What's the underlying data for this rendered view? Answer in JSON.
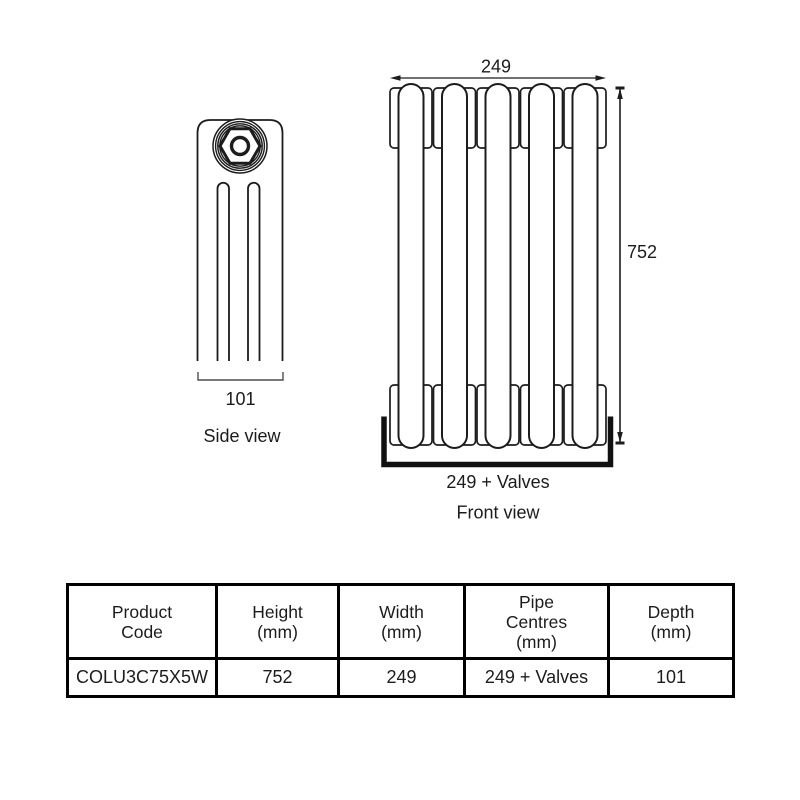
{
  "diagram": {
    "side_view": {
      "label": "Side view",
      "depth_dimension": "101"
    },
    "front_view": {
      "label": "Front view",
      "width_dimension": "249",
      "height_dimension": "752",
      "pipe_centres_dimension": "249 + Valves"
    }
  },
  "spec_table": {
    "columns": [
      "Product\nCode",
      "Height\n(mm)",
      "Width\n(mm)",
      "Pipe\nCentres\n(mm)",
      "Depth\n(mm)"
    ],
    "row": {
      "product_code": "COLU3C75X5W",
      "height": "752",
      "width": "249",
      "pipe_centres": "249 + Valves",
      "depth": "101"
    }
  },
  "colors": {
    "line": "#1c1c1c",
    "dim_bracket": "#4d4d4d",
    "table_border": "#000000",
    "background": "#ffffff"
  }
}
